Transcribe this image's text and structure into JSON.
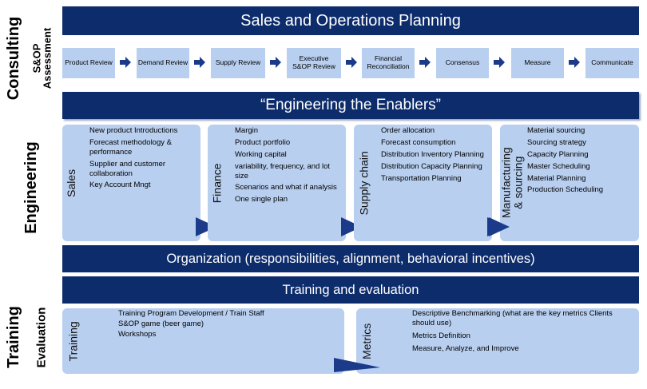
{
  "left_labels": {
    "consulting": "Consulting",
    "sop_assessment": "S&OP Assessment",
    "engineering": "Engineering",
    "training": "Training",
    "evaluation": "Evaluation"
  },
  "banners": {
    "sop_title": "Sales and Operations Planning",
    "enablers": "“Engineering the Enablers”",
    "organization": "Organization (responsibilities, alignment, behavioral incentives)",
    "training_eval": "Training and evaluation"
  },
  "process_steps": [
    "Product Review",
    "Demand Review",
    "Supply Review",
    "Executive S&OP Review",
    "Financial Reconciliation",
    "Consensus",
    "Measure",
    "Communicate"
  ],
  "enabler_cards": [
    {
      "title": "Sales",
      "items": [
        "New product Introductions",
        "Forecast methodology & performance",
        "Supplier and customer collaboration",
        "Key Account Mngt"
      ]
    },
    {
      "title": "Finance",
      "items": [
        "Margin",
        "Product portfolio",
        "Working capital",
        "variability, frequency, and lot size",
        "Scenarios and what if analysis",
        "One single plan"
      ]
    },
    {
      "title": "Supply chain",
      "items": [
        "Order allocation",
        "Forecast consumption",
        "Distribution Inventory Planning",
        "Distribution Capacity Planning",
        "Transportation Planning"
      ]
    },
    {
      "title": "Manufacturing & sourcing",
      "items": [
        "Material sourcing",
        "Sourcing strategy",
        "Capacity Planning",
        "Master Scheduling",
        "Material Planning",
        "Production Scheduling"
      ]
    }
  ],
  "training_cards": [
    {
      "title": "Training",
      "items": [
        "Training Program Development / Train Staff",
        "S&OP game (beer game)",
        "Workshops"
      ]
    },
    {
      "title": "Metrics",
      "items": [
        "Descriptive Benchmarking (what are the key metrics Clients should use)",
        "Metrics Definition",
        "Measure, Analyze, and Improve"
      ]
    }
  ],
  "colors": {
    "navy": "#0d2c6c",
    "light_blue": "#b8cff0",
    "arrow": "#1b3b8a"
  },
  "icons": {
    "process_arrow": "right-arrow-icon",
    "card_pointer": "triangle-pointer-icon"
  }
}
